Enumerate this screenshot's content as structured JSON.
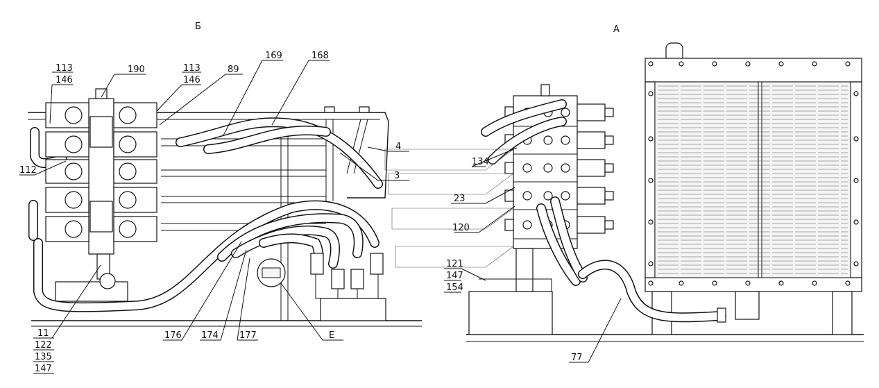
{
  "view_labels": {
    "view_b": "Б",
    "view_a": "А"
  },
  "callouts": {
    "c113_left": "113",
    "c146_left": "146",
    "c190": "190",
    "c113_right": "113",
    "c146_right": "146",
    "c89": "89",
    "c169": "169",
    "c168": "168",
    "c112": "112",
    "c4": "4",
    "c3": "3",
    "c134": "134",
    "c23": "23",
    "c120": "120",
    "c121": "121",
    "c147_a": "147",
    "c154": "154",
    "c11": "11",
    "c122": "122",
    "c135": "135",
    "c147_b": "147",
    "c176": "176",
    "c174": "174",
    "c177": "177",
    "cE": "Е",
    "c77": "77"
  }
}
